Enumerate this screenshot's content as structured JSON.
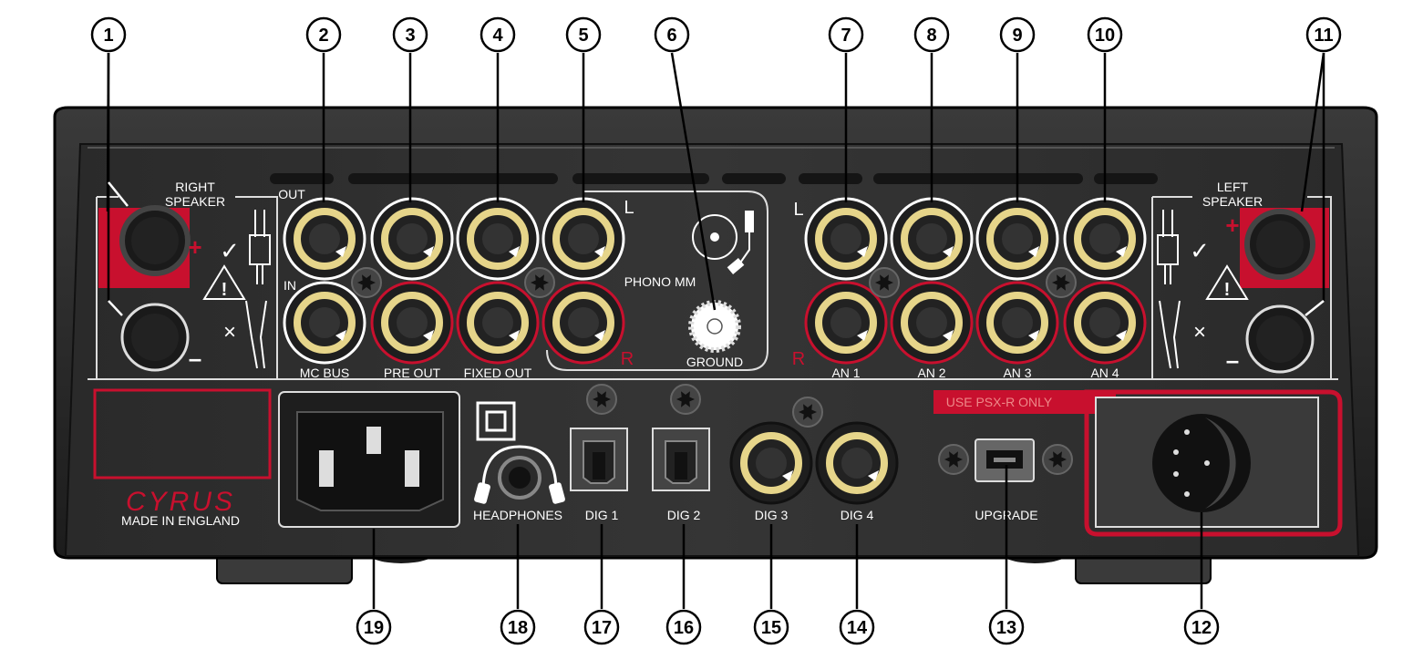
{
  "callouts_top": [
    "1",
    "2",
    "3",
    "4",
    "5",
    "6",
    "7",
    "8",
    "9",
    "10",
    "11"
  ],
  "callouts_bottom": [
    "19",
    "18",
    "17",
    "16",
    "15",
    "14",
    "13",
    "12"
  ],
  "speakers": {
    "right": {
      "line1": "RIGHT",
      "line2": "SPEAKER"
    },
    "left": {
      "line1": "LEFT",
      "line2": "SPEAKER"
    },
    "plus": "+",
    "minus": "–",
    "check": "✓",
    "cross": "×"
  },
  "labels": {
    "out": "OUT",
    "in": "IN",
    "mc_bus": "MC BUS",
    "pre_out": "PRE OUT",
    "fixed_out": "FIXED OUT",
    "phono_mm": "PHONO MM",
    "ground": "GROUND",
    "phono_L": "L",
    "phono_R": "R",
    "an_L": "L",
    "an_R": "R",
    "an1": "AN 1",
    "an2": "AN 2",
    "an3": "AN 3",
    "an4": "AN 4",
    "headphones": "HEADPHONES",
    "dig1": "DIG 1",
    "dig2": "DIG 2",
    "dig3": "DIG 3",
    "dig4": "DIG 4",
    "upgrade": "UPGRADE",
    "use_psxr": "USE PSX-R ONLY",
    "made_in": "MADE IN ENGLAND",
    "brand": "CYRUS"
  },
  "colors": {
    "accent_red": "#c8102e",
    "gold": "#e6d58a",
    "chassis": "#2b2b2b",
    "panel": "#303030"
  }
}
